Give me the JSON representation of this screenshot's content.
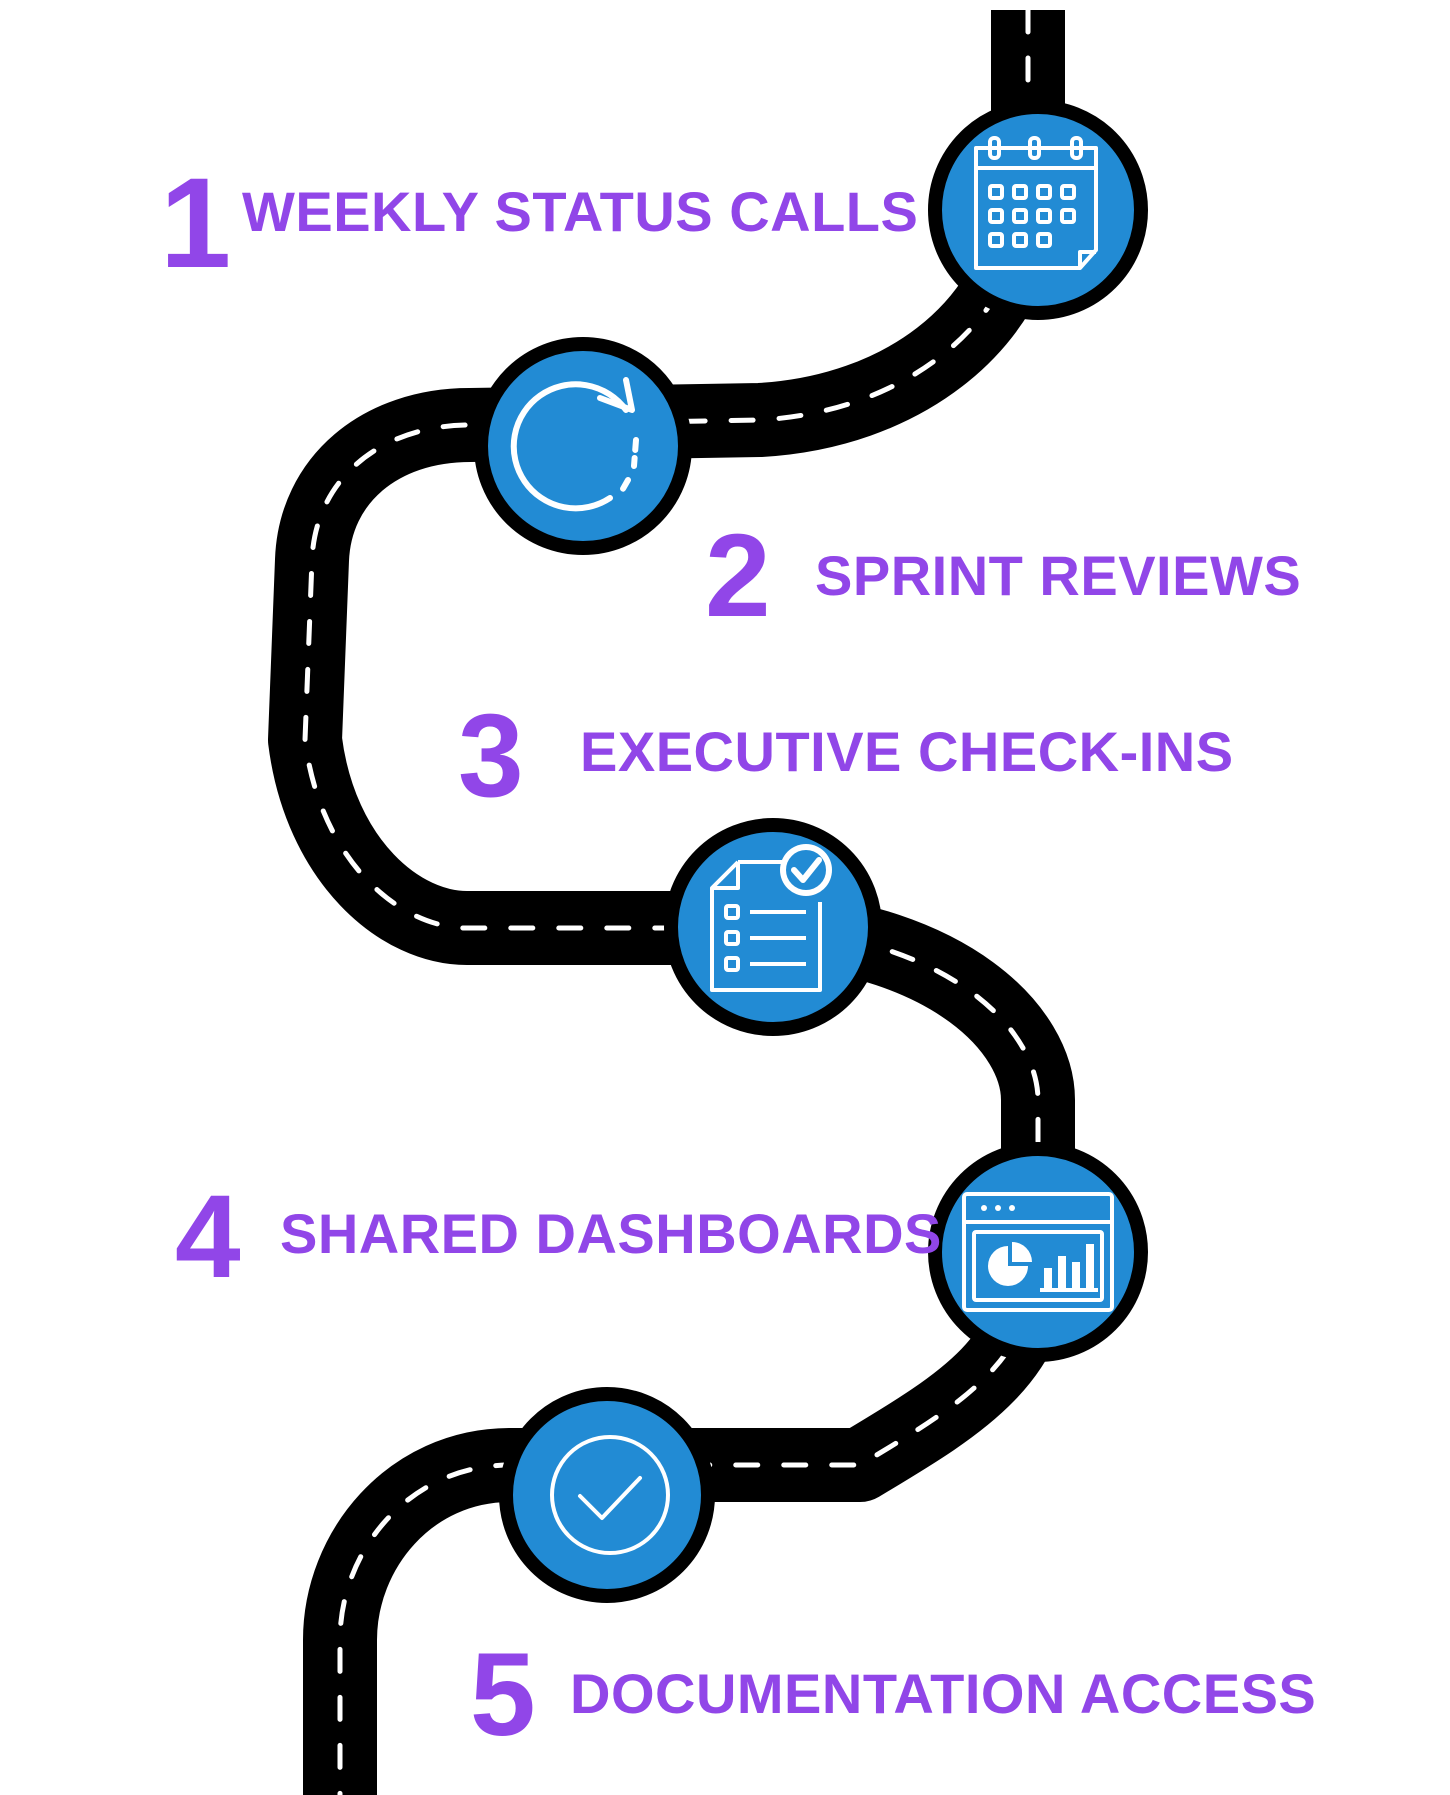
{
  "colors": {
    "road": "#000000",
    "road_dash": "#ffffff",
    "marker_fill": "#228bd4",
    "marker_border": "#000000",
    "icon_stroke": "#ffffff",
    "text_purple": "#9146e8",
    "background": "#ffffff"
  },
  "steps": [
    {
      "number": "1",
      "label": "WEEKLY STATUS CALLS",
      "icon": "calendar-icon"
    },
    {
      "number": "2",
      "label": "SPRINT REVIEWS",
      "icon": "refresh-cycle-icon"
    },
    {
      "number": "3",
      "label": "EXECUTIVE CHECK-INS",
      "icon": "checklist-document-icon"
    },
    {
      "number": "4",
      "label": "SHARED DASHBOARDS",
      "icon": "dashboard-chart-icon"
    },
    {
      "number": "5",
      "label": "DOCUMENTATION ACCESS",
      "icon": "check-circle-icon"
    }
  ]
}
